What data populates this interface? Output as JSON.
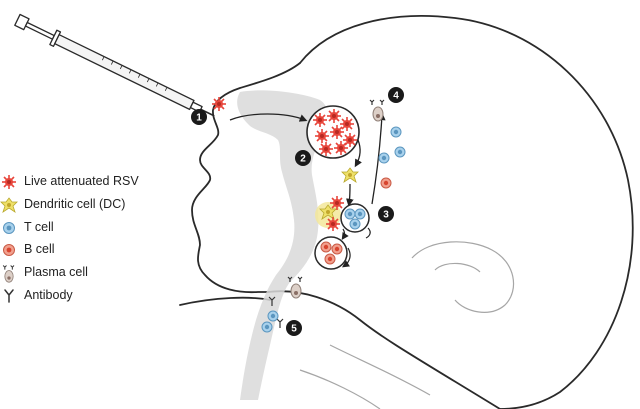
{
  "legend": {
    "items": [
      {
        "key": "virus",
        "label": "Live attenuated RSV",
        "icon": "virus-icon",
        "color": "#e8463c"
      },
      {
        "key": "dc",
        "label": "Dendritic cell (DC)",
        "icon": "dendritic-cell-icon",
        "color": "#e8d84a"
      },
      {
        "key": "tcell",
        "label": "T cell",
        "icon": "t-cell-icon",
        "color": "#7fb6db"
      },
      {
        "key": "bcell",
        "label": "B cell",
        "icon": "b-cell-icon",
        "color": "#e8705a"
      },
      {
        "key": "plasma",
        "label": "Plasma cell",
        "icon": "plasma-cell-icon",
        "color": "#c9b9b0"
      },
      {
        "key": "antibody",
        "label": "Antibody",
        "icon": "antibody-icon",
        "color": "#333333"
      }
    ]
  },
  "steps": [
    "1",
    "2",
    "3",
    "4",
    "5"
  ],
  "colors": {
    "outline": "#2a2a2a",
    "airway": "#d9d9d9",
    "marker": "#1a1a1a",
    "highlight": "#f3e79a"
  }
}
